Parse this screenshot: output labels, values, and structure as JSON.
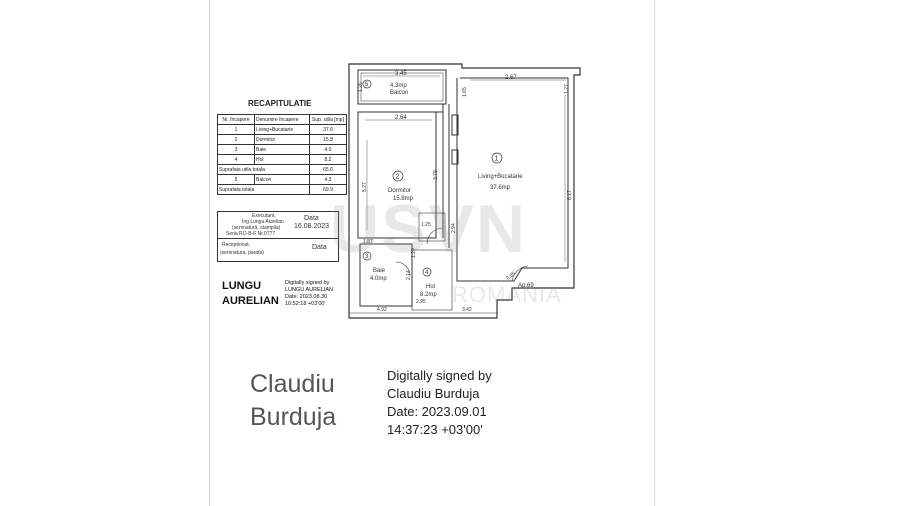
{
  "recap": {
    "title": "RECAPITULATIE",
    "headers": [
      "Nr. încapere",
      "Denumire încapere",
      "Sup. utila [mp]"
    ],
    "rows": [
      {
        "nr": "1",
        "name": "Living+Bucatarie",
        "area": "37.6"
      },
      {
        "nr": "2",
        "name": "Dormitor",
        "area": "15.8"
      },
      {
        "nr": "3",
        "name": "Baie",
        "area": "4.0"
      },
      {
        "nr": "4",
        "name": "Hol",
        "area": "8.2"
      }
    ],
    "useful_label": "Suprafata utila totala",
    "useful_value": "65.6",
    "balcony_nr": "5",
    "balcony_name": "Balcon",
    "balcony_value": "4.3",
    "total_label": "Suprafata totala",
    "total_value": "69.9"
  },
  "executant": {
    "line1": "Executant,",
    "line2": "Ing.Lungu Aurelian",
    "line3": "(semnatură, stampila)",
    "line4": "Seria RO-B-F Nr.0777",
    "data_label": "Data",
    "date": "16.08.2023"
  },
  "receptionat": {
    "line1": "Receptionat,",
    "line2": "(semnatura, parafa)",
    "data_label": "Data"
  },
  "signature_small": {
    "name_line1": "LUNGU",
    "name_line2": "AURELIAN",
    "text_line1": "Digitally signed by",
    "text_line2": "LUNGU AURELIAN",
    "text_line3": "Date: 2023.08.30",
    "text_line4": "10:52:18 +03'00'"
  },
  "signature_big": {
    "name_line1": "Claudiu",
    "name_line2": "Burduja",
    "text_line1": "Digitally signed by",
    "text_line2": "Claudiu Burduja",
    "text_line3": "Date: 2023.09.01",
    "text_line4": "14:37:23 +03'00'"
  },
  "watermark": {
    "main": "USVN",
    "sub": "ROMANIA"
  },
  "plan": {
    "rooms": [
      {
        "nr": "1",
        "name": "Living+Bucatarie",
        "area": "37.6mp"
      },
      {
        "nr": "2",
        "name": "Dormitor",
        "area": "15.8mp"
      },
      {
        "nr": "3",
        "name": "Baie",
        "area": "4.0mp"
      },
      {
        "nr": "4",
        "name": "Hol",
        "area": "8.2mp"
      },
      {
        "nr": "5",
        "name": "Balcon",
        "area": "4.3mp"
      }
    ],
    "apartment": "Ap.69",
    "dims": {
      "balcony_w": "3.45",
      "balcony_h": "1.26",
      "living_w": "2.67",
      "living_h1": "1.65",
      "living_h2": "1.27",
      "living_right": "6.17",
      "dorm_w": "2.64",
      "dorm_h": "5.27",
      "dorm_inner": "3.79",
      "passage": "1.25",
      "hall_h": "2.94",
      "bath_w": "1.87",
      "bath_h": "2.14",
      "hall_w": "2.95",
      "bath_bottom": "4.92",
      "living_bottom": "3.42",
      "door_w": "1.20",
      "corner": "0.85"
    }
  },
  "colors": {
    "line": "#333333",
    "watermark": "#9a9a9a"
  }
}
